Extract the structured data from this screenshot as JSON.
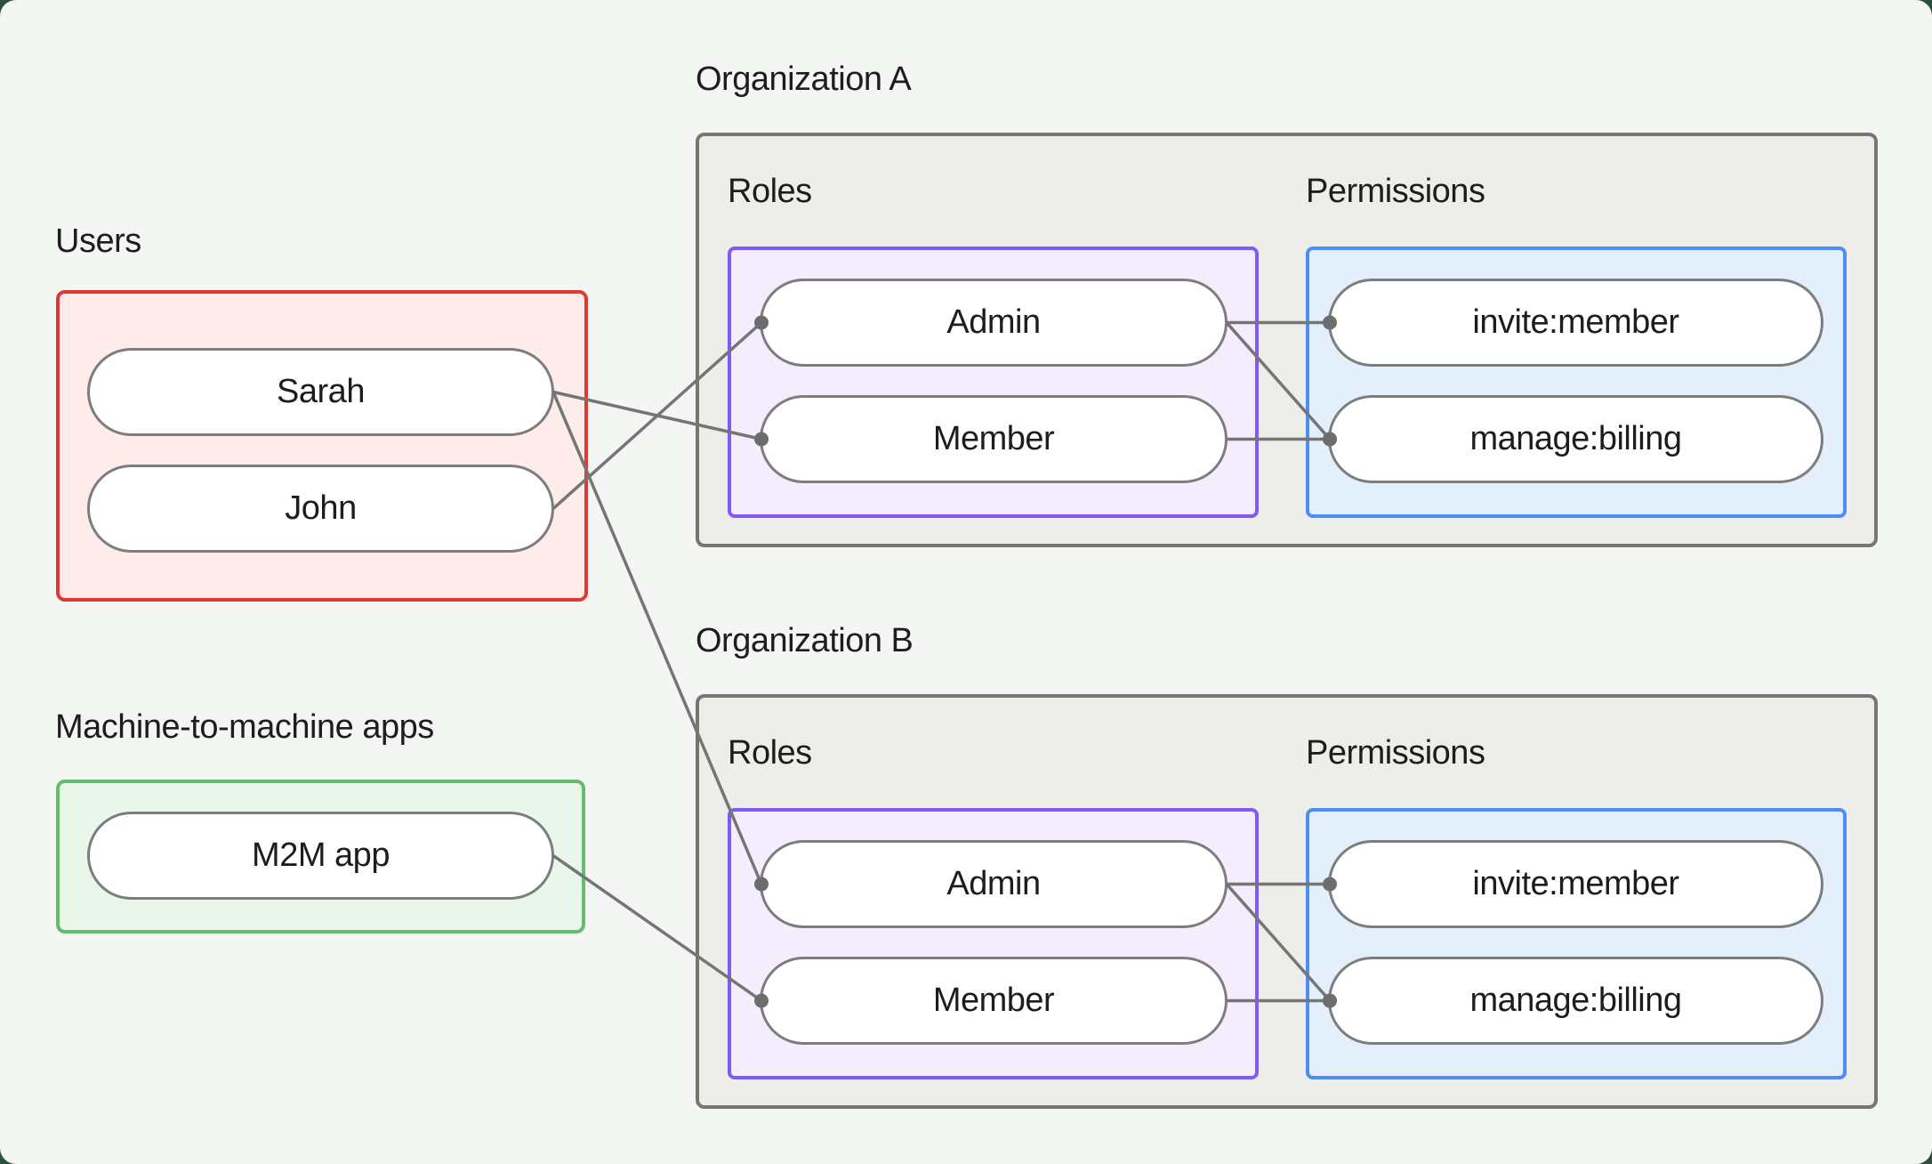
{
  "colors": {
    "backdrop": "#2f4f3e",
    "page-bg": "#f4f6f3",
    "org-bg": "#ededea",
    "org-border": "#767676",
    "red": "#db3a35",
    "red-bg": "#fdecea",
    "green": "#67bb6e",
    "green-bg": "#e9f6ea",
    "purple": "#7e5bf5",
    "purple-bg": "#f3edfd",
    "blue": "#4b8ef7",
    "blue-bg": "#e3f0fc",
    "pill-border": "#7d7d7d",
    "pill-bg": "#ffffff",
    "edge": "#757575",
    "dot": "#6d6d6d",
    "text": "#1d1d1d"
  },
  "users_section": {
    "label": "Users",
    "items": [
      {
        "label": "Sarah"
      },
      {
        "label": "John"
      }
    ]
  },
  "m2m_section": {
    "label": "Machine-to-machine apps",
    "items": [
      {
        "label": "M2M app"
      }
    ]
  },
  "organizations": [
    {
      "title": "Organization A",
      "roles_label": "Roles",
      "permissions_label": "Permissions",
      "roles": [
        {
          "label": "Admin"
        },
        {
          "label": "Member"
        }
      ],
      "permissions": [
        {
          "label": "invite:member"
        },
        {
          "label": "manage:billing"
        }
      ]
    },
    {
      "title": "Organization B",
      "roles_label": "Roles",
      "permissions_label": "Permissions",
      "roles": [
        {
          "label": "Admin"
        },
        {
          "label": "Member"
        }
      ],
      "permissions": [
        {
          "label": "invite:member"
        },
        {
          "label": "manage:billing"
        }
      ]
    }
  ],
  "connections": [
    {
      "from": "user-sarah",
      "to": "org-a-role-member"
    },
    {
      "from": "user-john",
      "to": "org-a-role-admin"
    },
    {
      "from": "user-sarah",
      "to": "org-b-role-admin"
    },
    {
      "from": "m2m-app",
      "to": "org-b-role-member"
    },
    {
      "from": "org-a-role-admin",
      "to": "org-a-perm-invite"
    },
    {
      "from": "org-a-role-admin",
      "to": "org-a-perm-manage"
    },
    {
      "from": "org-a-role-member",
      "to": "org-a-perm-manage"
    },
    {
      "from": "org-b-role-admin",
      "to": "org-b-perm-invite"
    },
    {
      "from": "org-b-role-admin",
      "to": "org-b-perm-manage"
    },
    {
      "from": "org-b-role-member",
      "to": "org-b-perm-manage"
    }
  ]
}
